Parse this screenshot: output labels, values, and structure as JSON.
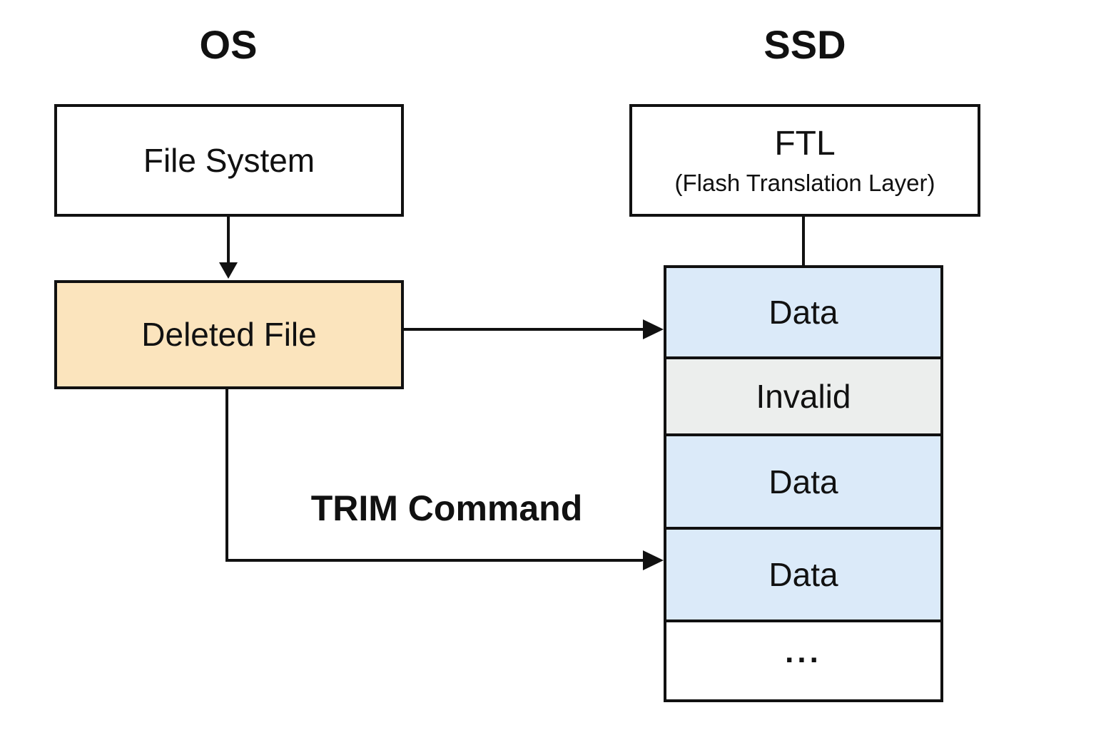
{
  "os": {
    "title": "OS",
    "file_system_label": "File System",
    "deleted_file_label": "Deleted File"
  },
  "ssd": {
    "title": "SSD",
    "ftl_title": "FTL",
    "ftl_subtitle": "(Flash Translation Layer)",
    "blocks": [
      {
        "label": "Data",
        "state": "data"
      },
      {
        "label": "Invalid",
        "state": "invalid"
      },
      {
        "label": "Data",
        "state": "data"
      },
      {
        "label": "Data",
        "state": "data"
      },
      {
        "label": "...",
        "state": "more"
      }
    ]
  },
  "labels": {
    "trim_command": "TRIM Command"
  },
  "colors": {
    "deleted_file_fill": "#fbe4bd",
    "data_fill": "#dbeaf9",
    "invalid_fill": "#eceeed",
    "empty_fill": "#ffffff",
    "line": "#111111"
  }
}
